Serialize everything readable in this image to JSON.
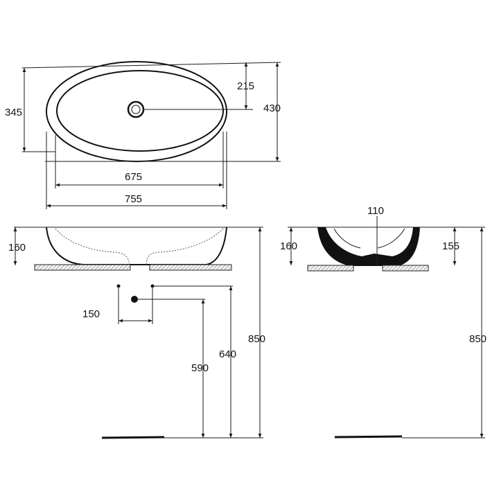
{
  "plan_view": {
    "dim_depth_total": "430",
    "dim_depth_to_waste": "215",
    "dim_inner_depth": "345",
    "dim_inner_width": "675",
    "dim_outer_width": "755"
  },
  "front_view": {
    "dim_bowl_height": "160",
    "dim_waste_spacing": "150",
    "dim_waste_height_590": "590",
    "dim_waste_height_640": "640",
    "dim_counter_height": "850"
  },
  "side_view": {
    "dim_top_width": "110",
    "dim_bowl_height_left": "160",
    "dim_bowl_height_right": "155",
    "dim_counter_height": "850"
  },
  "colors": {
    "line": "#1a1a1a",
    "background": "#ffffff"
  }
}
